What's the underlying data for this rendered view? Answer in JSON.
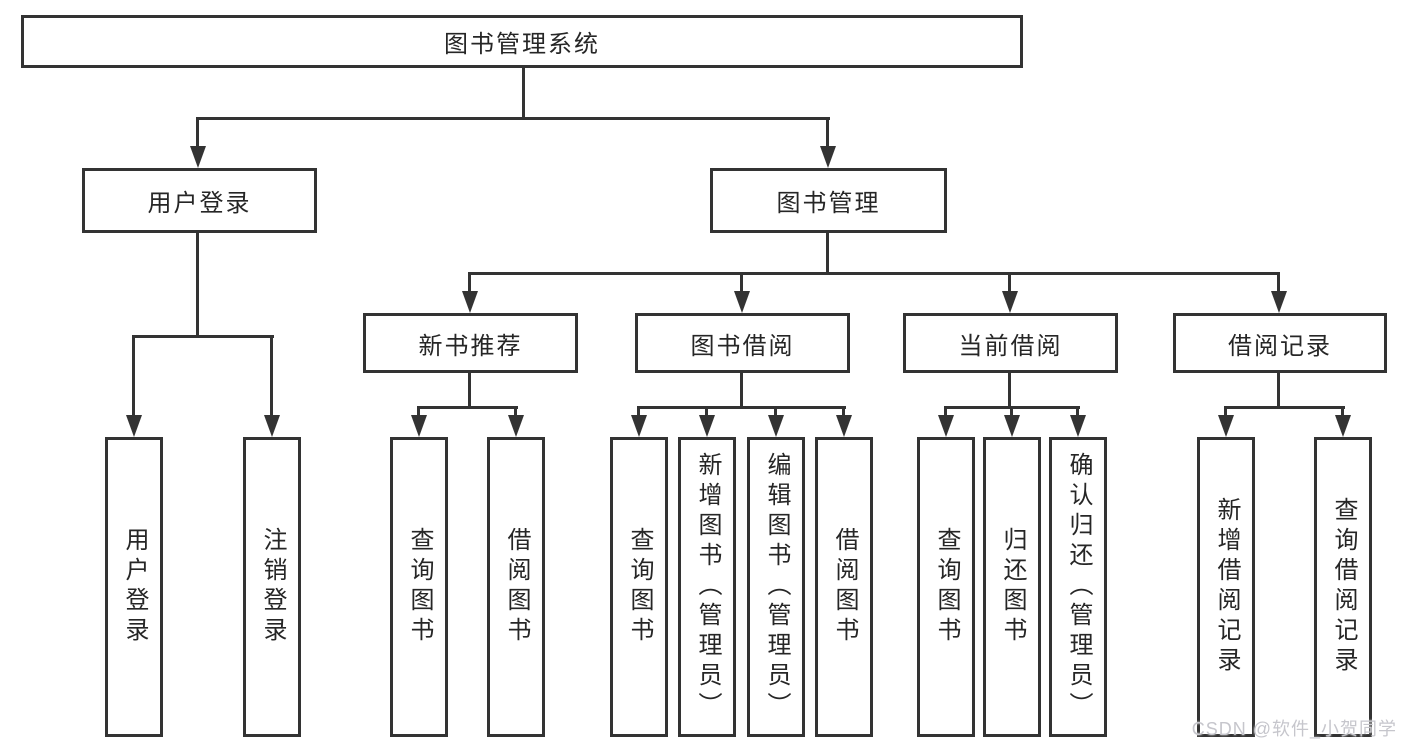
{
  "diagram": {
    "title": "图书管理系统",
    "level2": {
      "user": "用户登录",
      "management": "图书管理"
    },
    "level3": {
      "recommend": "新书推荐",
      "borrow": "图书借阅",
      "current": "当前借阅",
      "records": "借阅记录"
    },
    "leaves": {
      "user": [
        "用户登录",
        "注销登录"
      ],
      "recommend": [
        "查询图书",
        "借阅图书"
      ],
      "borrow": [
        "查询图书",
        "新增图书（管理员）",
        "编辑图书（管理员）",
        "借阅图书"
      ],
      "current": [
        "查询图书",
        "归还图书",
        "确认归还（管理员）"
      ],
      "records": [
        "新增借阅记录",
        "查询借阅记录"
      ]
    }
  },
  "watermark": "CSDN @软件_小贺同学",
  "colors": {
    "line": "#333333",
    "text": "#262626",
    "background": "#ffffff",
    "watermark": "#c6c6cc"
  }
}
